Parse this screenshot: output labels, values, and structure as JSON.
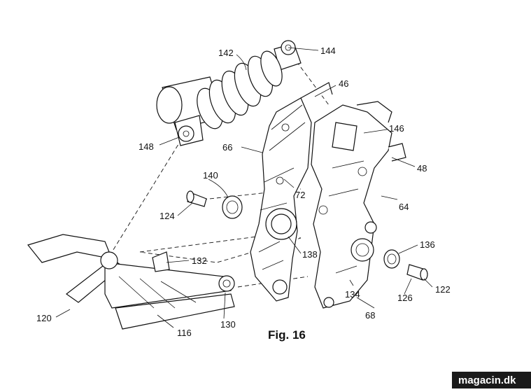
{
  "figure": {
    "caption": "Fig. 16",
    "labels": [
      "142",
      "144",
      "46",
      "146",
      "148",
      "66",
      "140",
      "72",
      "48",
      "124",
      "64",
      "138",
      "136",
      "132",
      "120",
      "130",
      "116",
      "134",
      "68",
      "126",
      "122"
    ]
  },
  "watermark": {
    "text": "magacin.dk"
  }
}
